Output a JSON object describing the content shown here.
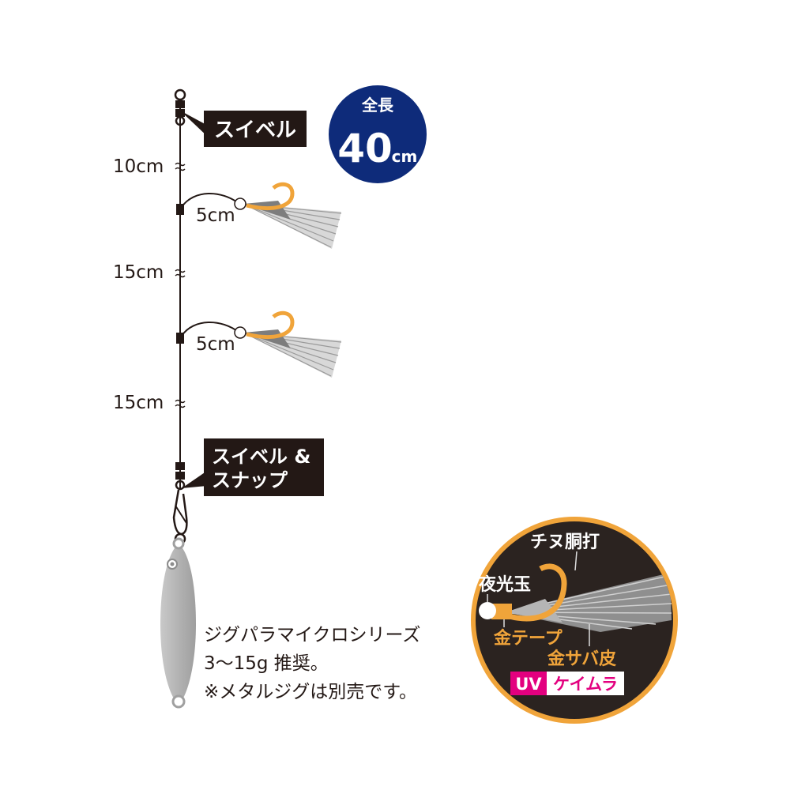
{
  "swivel_label": "スイベル",
  "swivel_snap_label": [
    "スイベル &",
    "スナップ"
  ],
  "total_length": {
    "label": "全長",
    "value": "40",
    "unit": "cm"
  },
  "segment_lengths": [
    "10cm",
    "15cm",
    "15cm"
  ],
  "branch_lengths": [
    "5cm",
    "5cm"
  ],
  "note_lines": [
    "ジグパラマイクロシリーズ",
    "3〜15g 推奨。",
    "※メタルジグは別売です。"
  ],
  "detail": {
    "hook": "チヌ胴打",
    "bead": "夜光玉",
    "tape": "金テープ",
    "skin": "金サバ皮",
    "uv_badge": "UV",
    "keimura_badge": "ケイムラ"
  },
  "colors": {
    "navy": "#0e2b7a",
    "gold": "#f0a43a",
    "magenta": "#e3007f",
    "dark": "#231815",
    "detail_bg": "#2b2320"
  }
}
